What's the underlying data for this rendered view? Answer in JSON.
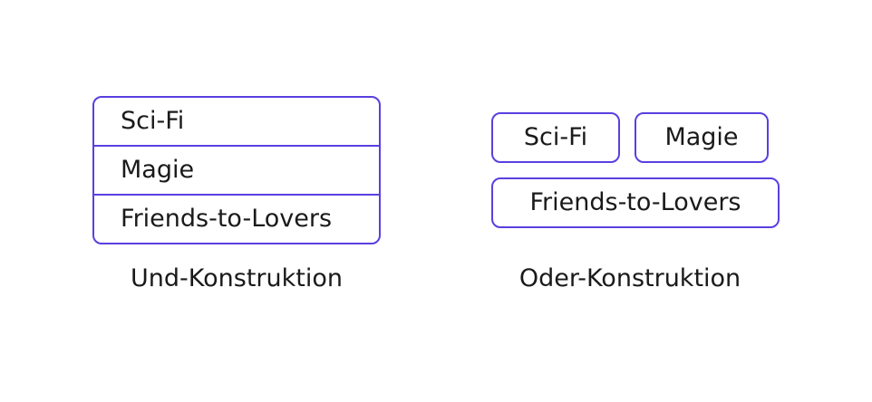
{
  "und_group": {
    "items": [
      "Sci-Fi",
      "Magie",
      "Friends-to-Lovers"
    ],
    "caption": "Und-Konstruktion"
  },
  "oder_group": {
    "items": [
      "Sci-Fi",
      "Magie",
      "Friends-to-Lovers"
    ],
    "caption": "Oder-Konstruktion"
  },
  "colors": {
    "accent": "#5b3fe0",
    "text": "#1a1a1a",
    "background": "#ffffff"
  }
}
